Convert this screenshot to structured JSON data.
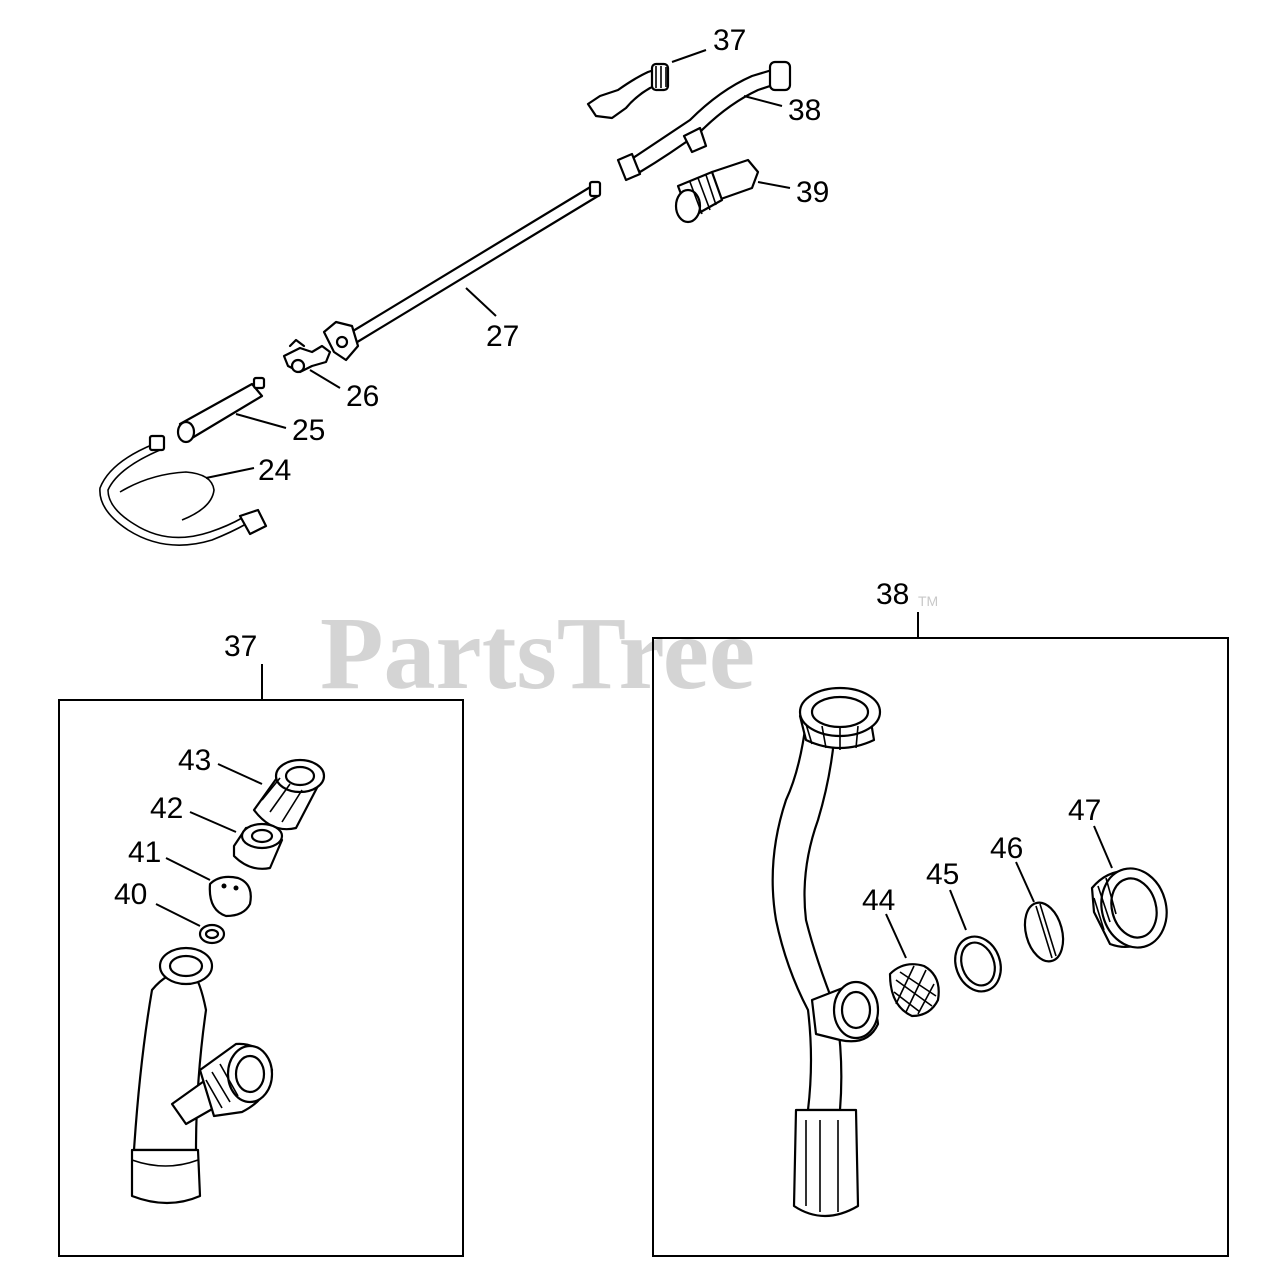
{
  "watermark": {
    "text": "PartsTree",
    "mark": "TM"
  },
  "callouts": {
    "c37": "37",
    "c38": "38",
    "c39": "39",
    "c27": "27",
    "c26": "26",
    "c25": "25",
    "c24": "24",
    "box37": "37",
    "box38": "38",
    "c43": "43",
    "c42": "42",
    "c41": "41",
    "c40": "40",
    "c44": "44",
    "c45": "45",
    "c46": "46",
    "c47": "47"
  }
}
